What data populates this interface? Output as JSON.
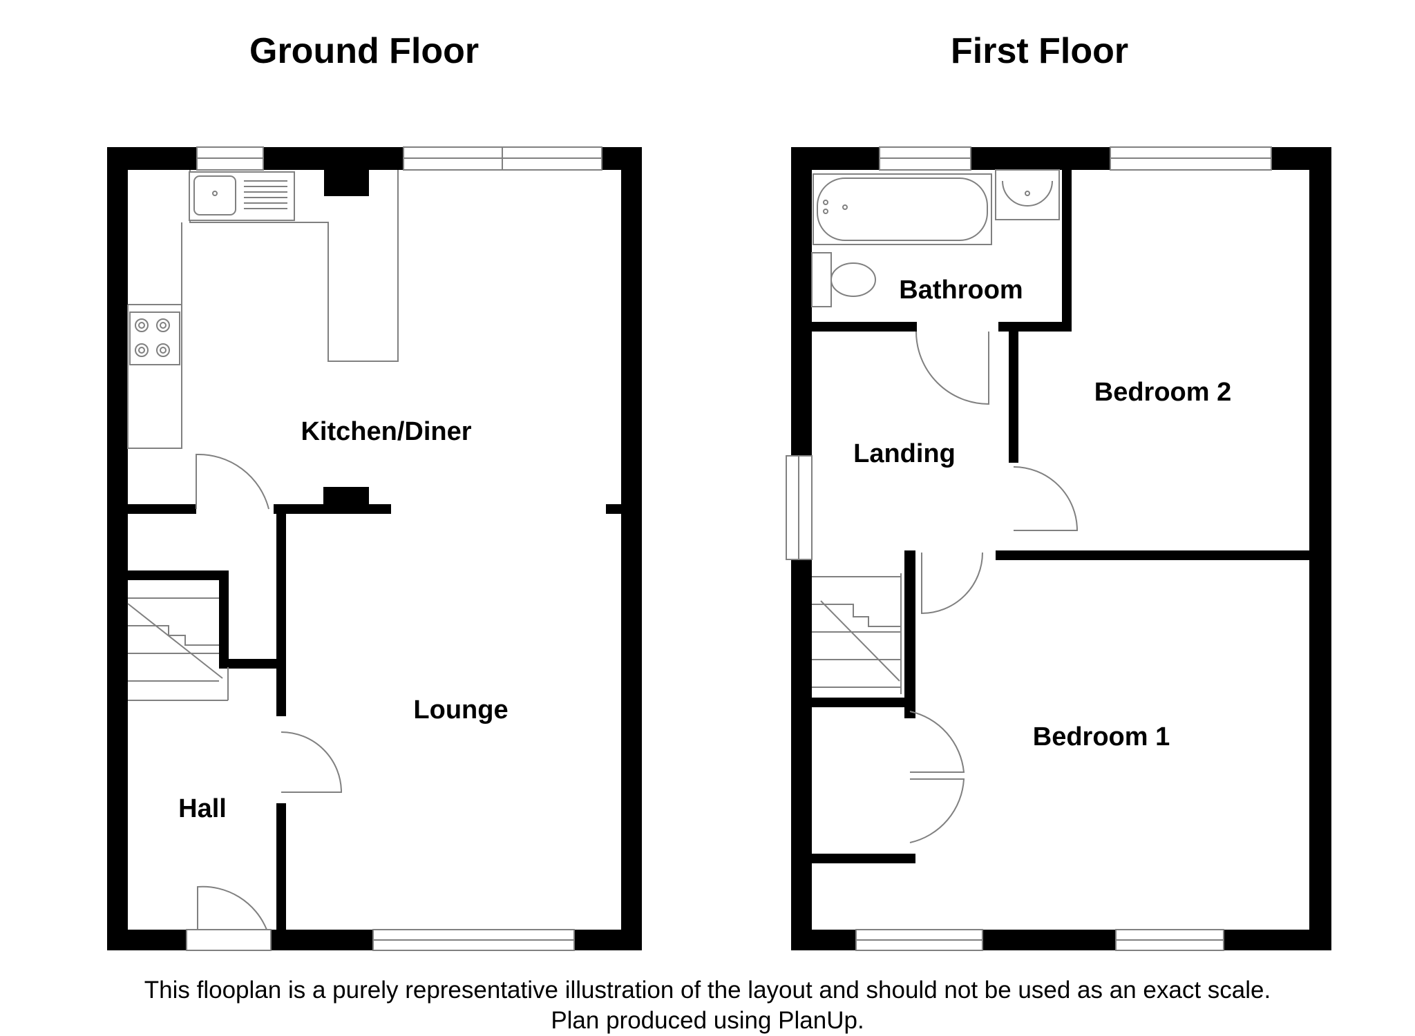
{
  "floors": {
    "ground": {
      "title": "Ground Floor",
      "rooms": {
        "kitchen_diner": "Kitchen/Diner",
        "lounge": "Lounge",
        "hall": "Hall"
      }
    },
    "first": {
      "title": "First Floor",
      "rooms": {
        "bathroom": "Bathroom",
        "landing": "Landing",
        "bedroom_2": "Bedroom 2",
        "bedroom_1": "Bedroom 1"
      }
    }
  },
  "footer": {
    "line1": "This flooplan is a purely representative illustration of the layout and should not be used as an exact scale.",
    "line2": "Plan produced using PlanUp."
  },
  "colors": {
    "wall": "#000000",
    "fixture": "#808080",
    "background": "#ffffff"
  }
}
